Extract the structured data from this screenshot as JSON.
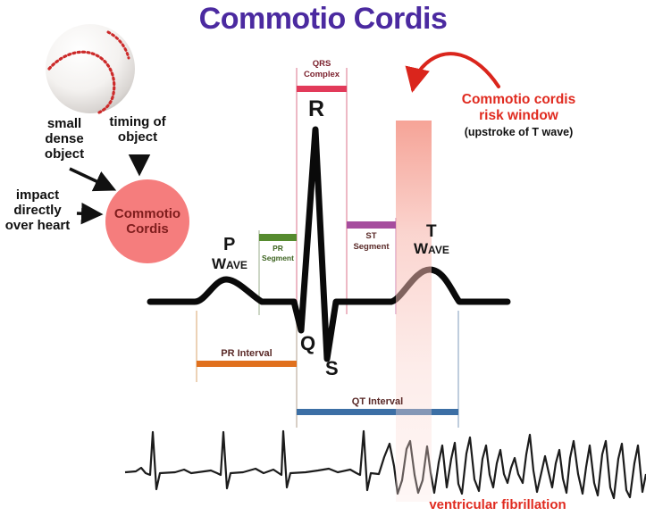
{
  "title": "Commotio Cordis",
  "cause_diagram": {
    "small_dense_object": "small\ndense\nobject",
    "timing_of_object": "timing of\nobject",
    "impact_over_heart": "impact\ndirectly\nover heart",
    "circle_label": "Commotio\nCordis"
  },
  "risk_window": {
    "line1": "Commotio cordis",
    "line2": "risk window",
    "line3": "(upstroke of T wave)"
  },
  "ecg_labels": {
    "qrs_complex": "QRS\nComplex",
    "pr_segment": "PR\nSegment",
    "st_segment": "ST\nSegment",
    "pr_interval": "PR Interval",
    "qt_interval": "QT Interval",
    "p": "P",
    "p_wave_word": "Wave",
    "t": "T",
    "t_wave_word": "Wave",
    "q": "Q",
    "r": "R",
    "s": "S"
  },
  "vf_label": "ventricular fibrillation",
  "icons": {
    "baseball": "baseball-icon"
  },
  "colors": {
    "title": "#4b2aa0",
    "qrs_bar": "#e23a5a",
    "pr_segment_bar": "#568b2f",
    "st_segment_bar": "#a64d9e",
    "pr_interval_bar": "#e0701d",
    "qt_interval_bar": "#3c6fa5",
    "risk_band": "#f38a7a",
    "circle_fill": "#f57d7d",
    "circle_text": "#7f1d1d",
    "risk_text": "#e02b20",
    "vf_text": "#e02b20",
    "trace": "#0a0a0a"
  }
}
